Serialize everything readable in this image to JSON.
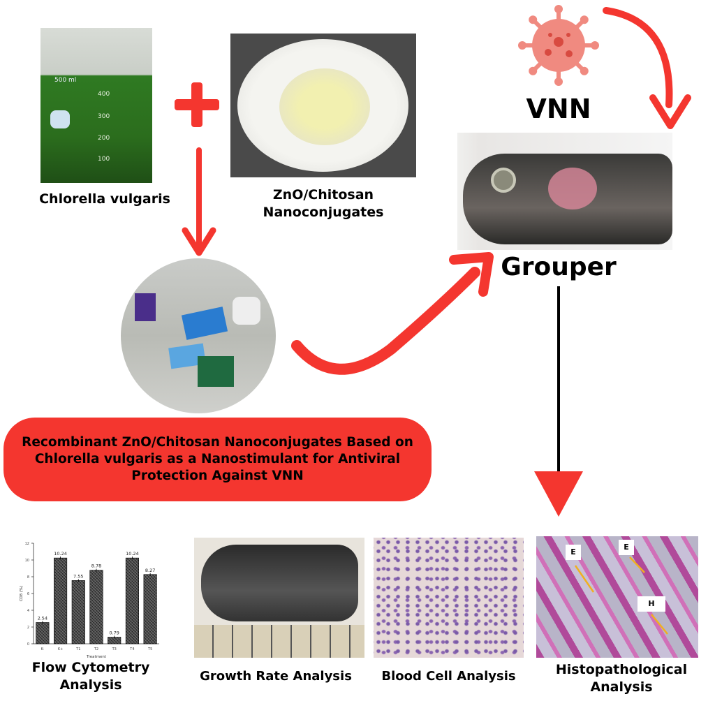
{
  "labels": {
    "chlorella": "Chlorella vulgaris",
    "zno_line1": "ZnO/Chitosan",
    "zno_line2": "Nanoconjugates",
    "virus": "VNN",
    "grouper": "Grouper",
    "title": "Recombinant ZnO/Chitosan Nanoconjugates Based on Chlorella vulgaris as a Nanostimulant for Antiviral Protection Against VNN",
    "flow_line1": "Flow Cytometry",
    "flow_line2": "Analysis",
    "growth": "Growth Rate Analysis",
    "blood": "Blood Cell Analysis",
    "histo_line1": "Histopathological",
    "histo_line2": "Analysis"
  },
  "beaker": {
    "volume": "500 ml",
    "ticks": [
      "400",
      "300",
      "200",
      "100"
    ]
  },
  "histo_markers": [
    "E",
    "E",
    "H"
  ],
  "colors": {
    "accent": "#f4362f",
    "virus": "#f08a80",
    "panel_title": "#f4362f"
  },
  "chart_data": {
    "type": "bar",
    "categories": [
      "K-",
      "K+",
      "T1",
      "T2",
      "T3",
      "T4",
      "T5"
    ],
    "values": [
      2.54,
      10.24,
      7.55,
      8.78,
      0.79,
      10.24,
      8.27
    ],
    "value_labels": [
      "2.54",
      "10.24",
      "7.55",
      "8.78",
      "0.79",
      "10.24",
      "8.27"
    ],
    "xlabel": "Treatment",
    "ylabel": "CD8 (%)",
    "ylim": [
      0,
      12
    ],
    "yticks": [
      "0",
      "2",
      "4",
      "6",
      "8",
      "10",
      "12"
    ]
  }
}
